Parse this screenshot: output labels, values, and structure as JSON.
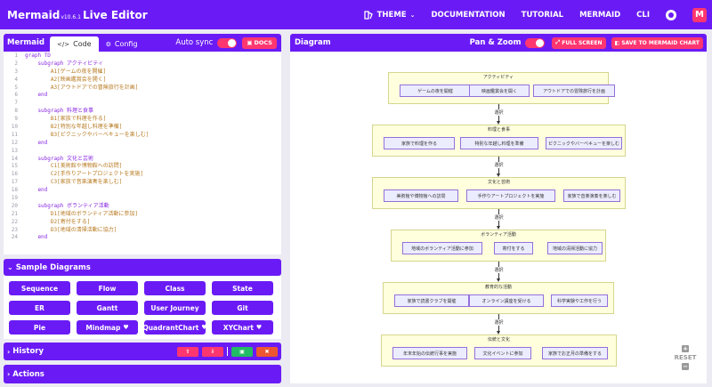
{
  "nav": {
    "brand": "Mermaid",
    "version": "v10.6.1",
    "brand_suffix": "Live Editor",
    "theme": "THEME",
    "documentation": "DOCUMENTATION",
    "tutorial": "TUTORIAL",
    "mermaid": "MERMAID",
    "cli": "CLI",
    "logo_letter": "M"
  },
  "editor": {
    "title": "Mermaid",
    "tab_code": "Code",
    "tab_config": "Config",
    "autosync": "Auto sync",
    "docs": "DOCS",
    "lines": [
      {
        "n": "1",
        "t": "graph TD"
      },
      {
        "n": "2",
        "t": "    subgraph アクティビティ"
      },
      {
        "n": "3",
        "t": "        A1[ゲームの夜を開催]"
      },
      {
        "n": "4",
        "t": "        A2[映画鑑賞会を開く]"
      },
      {
        "n": "5",
        "t": "        A3[アウトドアでの冒険旅行を計画]"
      },
      {
        "n": "6",
        "t": "    end"
      },
      {
        "n": "7",
        "t": ""
      },
      {
        "n": "8",
        "t": "    subgraph 料理と食事"
      },
      {
        "n": "9",
        "t": "        B1[家族で料理を作る]"
      },
      {
        "n": "10",
        "t": "        B2[特別な年越し料理を準備]"
      },
      {
        "n": "11",
        "t": "        B3[ピクニックやバーベキューを楽しむ]"
      },
      {
        "n": "12",
        "t": "    end"
      },
      {
        "n": "13",
        "t": ""
      },
      {
        "n": "14",
        "t": "    subgraph 文化と芸術"
      },
      {
        "n": "15",
        "t": "        C1[美術館や博物館への訪問]"
      },
      {
        "n": "16",
        "t": "        C2[手作りアートプロジェクトを実施]"
      },
      {
        "n": "17",
        "t": "        C3[家族で音楽演奏を楽しむ]"
      },
      {
        "n": "18",
        "t": "    end"
      },
      {
        "n": "19",
        "t": ""
      },
      {
        "n": "20",
        "t": "    subgraph ボランティア活動"
      },
      {
        "n": "21",
        "t": "        D1[地域のボランティア活動に参加]"
      },
      {
        "n": "22",
        "t": "        D2[寄付をする]"
      },
      {
        "n": "23",
        "t": "        D3[地域の清掃活動に協力]"
      },
      {
        "n": "24",
        "t": "    end"
      }
    ]
  },
  "samples": {
    "title": "Sample Diagrams",
    "buttons": [
      "Sequence",
      "Flow",
      "Class",
      "State",
      "ER",
      "Gantt",
      "User Journey",
      "Git",
      "Pie",
      "Mindmap",
      "QuadrantChart",
      "XYChart"
    ]
  },
  "history": {
    "title": "History"
  },
  "actions": {
    "title": "Actions"
  },
  "diagram": {
    "title": "Diagram",
    "panzoom": "Pan & Zoom",
    "fullscreen": "FULL SCREEN",
    "save": "SAVE TO MERMAID CHART",
    "reset": "RESET",
    "edge_label": "選択",
    "subgraphs": [
      {
        "title": "アクティビティ",
        "nodes": [
          "ゲームの夜を開催",
          "映画鑑賞会を開く",
          "アウトドアでの冒険旅行を計画"
        ]
      },
      {
        "title": "料理と食事",
        "nodes": [
          "家族で料理を作る",
          "特別な年越し料理を準備",
          "ピクニックやバーベキューを楽しむ"
        ]
      },
      {
        "title": "文化と芸術",
        "nodes": [
          "美術館や博物館への訪問",
          "手作りアートプロジェクトを実施",
          "家族で音楽演奏を楽しむ"
        ]
      },
      {
        "title": "ボランティア活動",
        "nodes": [
          "地域のボランティア活動に参加",
          "寄付をする",
          "地域の清掃活動に協力"
        ]
      },
      {
        "title": "教育的な活動",
        "nodes": [
          "家族で読書クラブを開催",
          "オンライン講座を受ける",
          "科学実験や工作を行う"
        ]
      },
      {
        "title": "伝統と文化",
        "nodes": [
          "年末年始の伝統行事を実施",
          "文化イベントに参加",
          "家族でお正月の準備をする"
        ]
      }
    ]
  },
  "colors": {
    "primary": "#6a1bf5",
    "accent": "#ff3670",
    "subgraph_fill": "#ffffde",
    "node_fill": "#ececff",
    "node_border": "#9370db"
  }
}
